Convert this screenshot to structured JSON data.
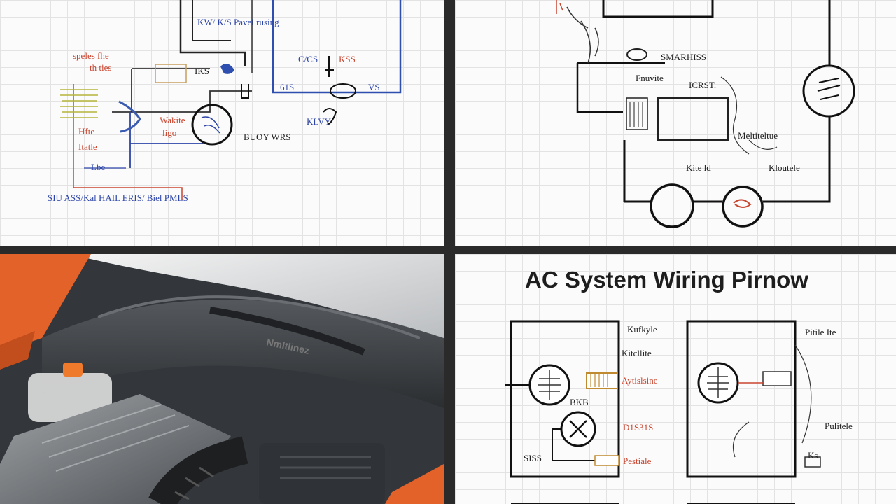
{
  "panels": {
    "top_left": {
      "labels": {
        "top": "KW/ K/S Pavel rusing",
        "red_left_1": "speles fhe",
        "red_left_2": "th ties",
        "relay": "IKS",
        "blue_mid": "C/CS",
        "red_mid": "KSS",
        "blue_small": "61S",
        "blue_small2": "VS",
        "red_motor": "Wakite",
        "red_motor2": "ligo",
        "red_low1": "Hfte",
        "red_low2": "Itatle",
        "blue_bottom": "Lbe",
        "motor_right": "BUOY WRS",
        "blue_right": "KLVY",
        "bottom": "SIU ASS/Kal HAIL ERIS/ Biel PMLS"
      }
    },
    "top_right": {
      "labels": {
        "right_top": "SMARHISS",
        "mid": "Fnuvite",
        "mid2": "ICRST.",
        "right_mid": "Meltiteltue",
        "bottom_left": "Kite ld",
        "bottom_right": "Kloutele"
      }
    },
    "bottom_left": {
      "photo_label": "Nmltlinez"
    },
    "bottom_right": {
      "title": "AC System Wiring Pirnow",
      "labels": {
        "left_top": "Kufkyle",
        "left_2": "Kitcllite",
        "left_3": "Aytislsine",
        "left_mid": "BKB",
        "left_4": "D1S31S",
        "left_5": "Pestiale",
        "left_bottom": "SISS",
        "right_top": "Pitile Ite",
        "right_mid": "Pulitele",
        "right_low": "Ks"
      }
    }
  }
}
